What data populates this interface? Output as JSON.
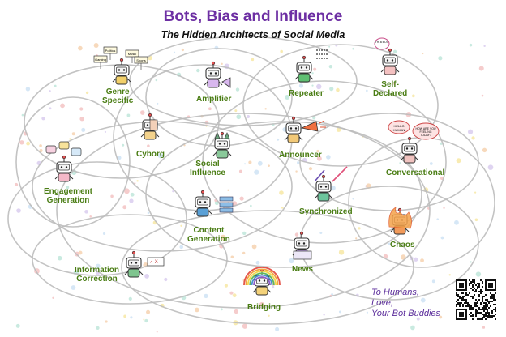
{
  "header": {
    "title": "Bots, Bias and Influence",
    "subtitle": "The Hidden Architects of Social Media"
  },
  "colors": {
    "title": "#6d2fa3",
    "label": "#4a7d14",
    "closing": "#5b2d9b",
    "rings": "#b9b9b9"
  },
  "nodes": [
    {
      "id": "genre-specific",
      "label_lines": [
        "Genre",
        "Specific"
      ],
      "icon": "robot-with-protest-signs-icon"
    },
    {
      "id": "amplifier",
      "label_lines": [
        "Amplifier"
      ],
      "icon": "robot-with-megaphone-icon"
    },
    {
      "id": "repeater",
      "label_lines": [
        "Repeater"
      ],
      "icon": "robot-repeater-icon"
    },
    {
      "id": "self-declared",
      "label_lines": [
        "Self-",
        "Declared"
      ],
      "icon": "robot-self-declared-icon"
    },
    {
      "id": "cyborg",
      "label_lines": [
        "Cyborg"
      ],
      "icon": "cyborg-head-icon"
    },
    {
      "id": "social-influence",
      "label_lines": [
        "Social",
        "Influence"
      ],
      "icon": "robot-with-cat-ears-icon"
    },
    {
      "id": "announcer",
      "label_lines": [
        "Announcer"
      ],
      "icon": "robot-with-horn-icon"
    },
    {
      "id": "conversational",
      "label_lines": [
        "Conversational"
      ],
      "icon": "robot-with-speech-bubbles-icon"
    },
    {
      "id": "engagement-generation",
      "label_lines": [
        "Engagement",
        "Generation"
      ],
      "icon": "robot-with-reaction-bubbles-icon"
    },
    {
      "id": "synchronized",
      "label_lines": [
        "Synchronized"
      ],
      "icon": "robot-with-swords-icon"
    },
    {
      "id": "content-generation",
      "label_lines": [
        "Content",
        "Generation"
      ],
      "icon": "robot-with-documents-icon"
    },
    {
      "id": "chaos",
      "label_lines": [
        "Chaos"
      ],
      "icon": "robot-on-fire-icon"
    },
    {
      "id": "news",
      "label_lines": [
        "News"
      ],
      "icon": "robot-reading-newspaper-icon"
    },
    {
      "id": "information-correction",
      "label_lines": [
        "Information",
        "Correction"
      ],
      "icon": "robot-with-check-sign-icon"
    },
    {
      "id": "bridging",
      "label_lines": [
        "Bridging"
      ],
      "icon": "robot-under-rainbow-icon"
    }
  ],
  "signs": {
    "genre": [
      "Politics",
      "Music",
      "Gaming",
      "Sports"
    ],
    "conversational": [
      "HELLO HUMAN",
      "HOW ARE YOU FEELING TODAY?"
    ],
    "self_declared": [
      "I'm a BOT"
    ],
    "correction": "✓ X"
  },
  "closing": {
    "lines": [
      "To Humans,",
      "Love,",
      "Your Bot Buddies"
    ]
  },
  "qr_code": "qr-code-icon"
}
